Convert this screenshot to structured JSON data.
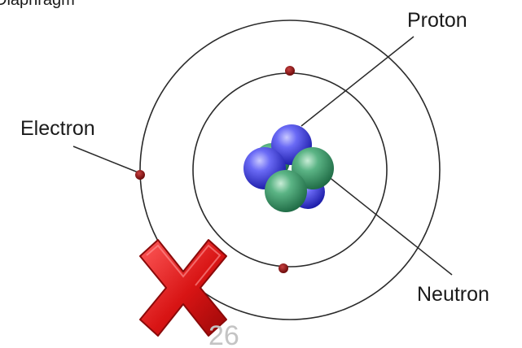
{
  "caption": "Diaphragm",
  "labels": {
    "proton": "Proton",
    "electron": "Electron",
    "neutron": "Neutron"
  },
  "page_number": "26",
  "icons": {
    "incorrect_mark": "red-x-icon"
  },
  "colors": {
    "orbit": "#2a2a2a",
    "electron": "#8b1010",
    "proton": "#4a4ae8",
    "neutron": "#3f9a6a",
    "cross": "#d81414",
    "page_number": "#c4c4c4"
  }
}
